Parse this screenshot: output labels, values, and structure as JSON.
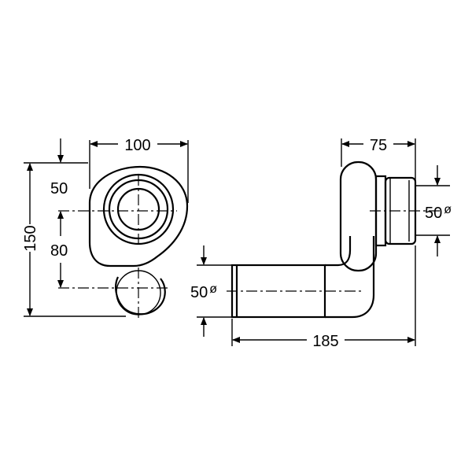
{
  "front_view": {
    "dim_width": "100",
    "dim_height_total": "150",
    "dim_pipe_diameter": "50",
    "dim_center_distance": "80"
  },
  "side_view": {
    "dim_depth": "75",
    "dim_outlet_diameter": "50",
    "dim_inlet_diameter": "50",
    "dim_length": "185",
    "diameter_symbol": "ø"
  }
}
